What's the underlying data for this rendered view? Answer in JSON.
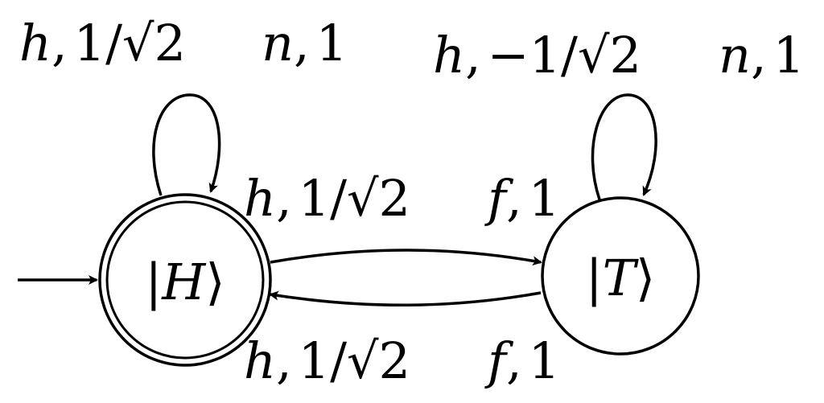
{
  "states": [
    {
      "id": "H",
      "label_left": "|",
      "label_symbol": "H",
      "label_right": "⟩",
      "accepting": true,
      "initial": true
    },
    {
      "id": "T",
      "label_left": "|",
      "label_symbol": "T",
      "label_right": "⟩",
      "accepting": false,
      "initial": false
    }
  ],
  "transitions": {
    "h_self_h": {
      "symbol": "h",
      "weight_num": "1/",
      "weight_sqrt": "√",
      "weight_rad": "2"
    },
    "h_self_n": {
      "symbol": "n",
      "weight": "1"
    },
    "t_self_h": {
      "symbol": "h",
      "weight_num": "−1/",
      "weight_sqrt": "√",
      "weight_rad": "2"
    },
    "t_self_n": {
      "symbol": "n",
      "weight": "1"
    },
    "h_to_t_h": {
      "symbol": "h",
      "weight_num": "1/",
      "weight_sqrt": "√",
      "weight_rad": "2"
    },
    "h_to_t_f": {
      "symbol": "f",
      "weight": "1"
    },
    "t_to_h_h": {
      "symbol": "h",
      "weight_num": "1/",
      "weight_sqrt": "√",
      "weight_rad": "2"
    },
    "t_to_h_f": {
      "symbol": "f",
      "weight": "1"
    }
  },
  "separator": ","
}
